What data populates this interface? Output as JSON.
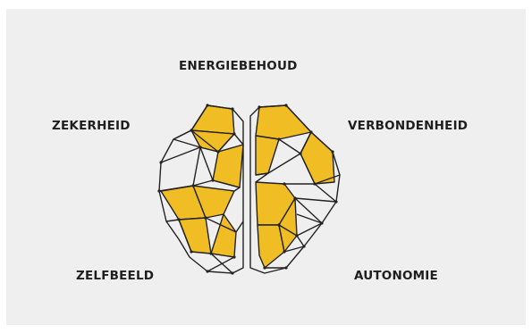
{
  "diagram": {
    "labels": {
      "top": "ENERGIEBEHOUD",
      "top_left": "ZEKERHEID",
      "top_right": "VERBONDENHEID",
      "bottom_left": "ZELFBEELD",
      "bottom_right": "AUTONOMIE"
    },
    "colors": {
      "background": "#efefef",
      "fill": "#f0bd24",
      "stroke": "#222222",
      "text": "#1e1e1e"
    },
    "icon": "geometric-brain-icon"
  }
}
